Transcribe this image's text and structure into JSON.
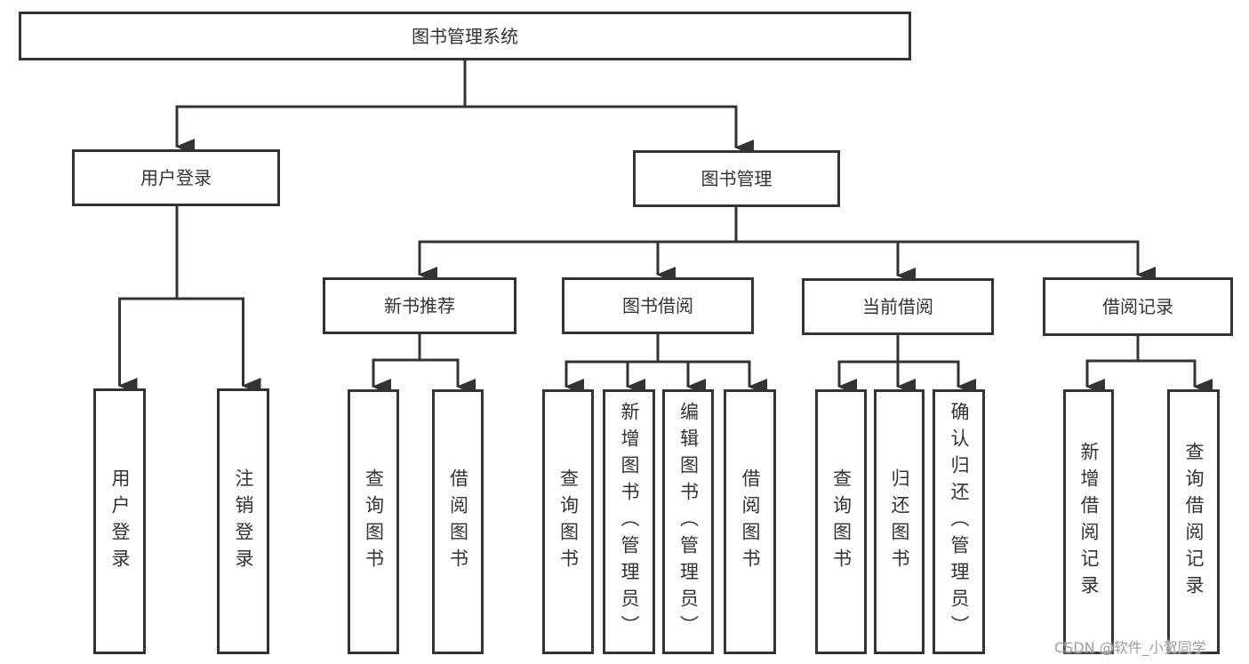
{
  "colors": {
    "line": "#333333",
    "node_border": "#333333",
    "node_background": "#ffffff",
    "text": "#333333",
    "page_background": "#ffffff",
    "watermark_text": "#9e9e9e"
  },
  "nodes": {
    "root": "图书管理系统",
    "l2": [
      "用户登录",
      "图书管理"
    ],
    "l3": [
      "新书推荐",
      "图书借阅",
      "当前借阅",
      "借阅记录"
    ],
    "leaves_user": [
      "用户登录",
      "注销登录"
    ],
    "leaves_newbook": [
      "查询图书",
      "借阅图书"
    ],
    "leaves_borrow": [
      "查询图书",
      "新增图书（管理员）",
      "编辑图书（管理员）",
      "借阅图书"
    ],
    "leaves_current": [
      "查询图书",
      "归还图书",
      "确认归还（管理员）"
    ],
    "leaves_record": [
      "新增借阅记录",
      "查询借阅记录"
    ]
  },
  "watermark": "CSDN @软件_小贺同学"
}
